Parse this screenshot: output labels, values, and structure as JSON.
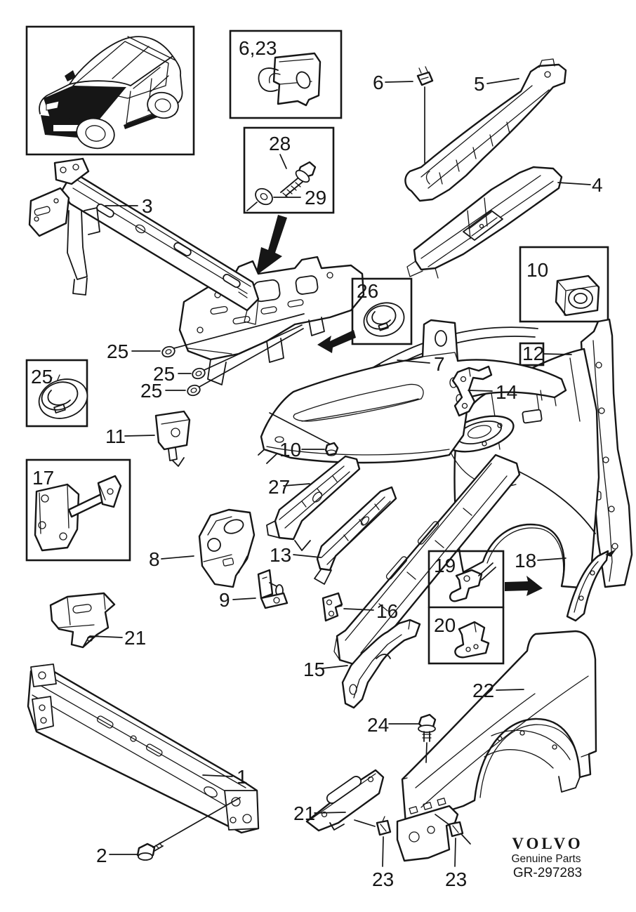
{
  "doc": {
    "type": "exploded-parts-diagram",
    "vehicle": "Volvo XC90 body front section",
    "colors": {
      "ink": "#161616",
      "paper": "#ffffff"
    }
  },
  "callouts": {
    "n1": {
      "text": "1"
    },
    "n2": {
      "text": "2"
    },
    "n3": {
      "text": "3"
    },
    "n4": {
      "text": "4"
    },
    "n5": {
      "text": "5"
    },
    "n6": {
      "text": "6"
    },
    "n7": {
      "text": "7"
    },
    "n8": {
      "text": "8"
    },
    "n9": {
      "text": "9"
    },
    "n10": {
      "text": "10"
    },
    "n11": {
      "text": "11"
    },
    "n13": {
      "text": "13"
    },
    "n14": {
      "text": "14"
    },
    "n15": {
      "text": "15"
    },
    "n16": {
      "text": "16"
    },
    "n18": {
      "text": "18"
    },
    "n21a": {
      "text": "21"
    },
    "n21b": {
      "text": "21"
    },
    "n22": {
      "text": "22"
    },
    "n23a": {
      "text": "23"
    },
    "n23b": {
      "text": "23"
    },
    "n24": {
      "text": "24"
    },
    "n25a": {
      "text": "25"
    },
    "n25b": {
      "text": "25"
    },
    "n25c": {
      "text": "25"
    },
    "n27": {
      "text": "27"
    }
  },
  "inset_labels": {
    "clip_nut": {
      "text": "6,23"
    },
    "bolt28": {
      "text": "28"
    },
    "washer29": {
      "text": "29"
    },
    "nut10": {
      "text": "10"
    },
    "grommet25": {
      "text": "25"
    },
    "tow17": {
      "text": "17"
    },
    "grommet26": {
      "text": "26"
    },
    "bracket19": {
      "text": "19"
    },
    "bracket20": {
      "text": "20"
    },
    "panel12": {
      "text": "12"
    }
  },
  "footer": {
    "brand": "VOLVO",
    "subtitle": "Genuine Parts",
    "reference": "GR-297283"
  }
}
